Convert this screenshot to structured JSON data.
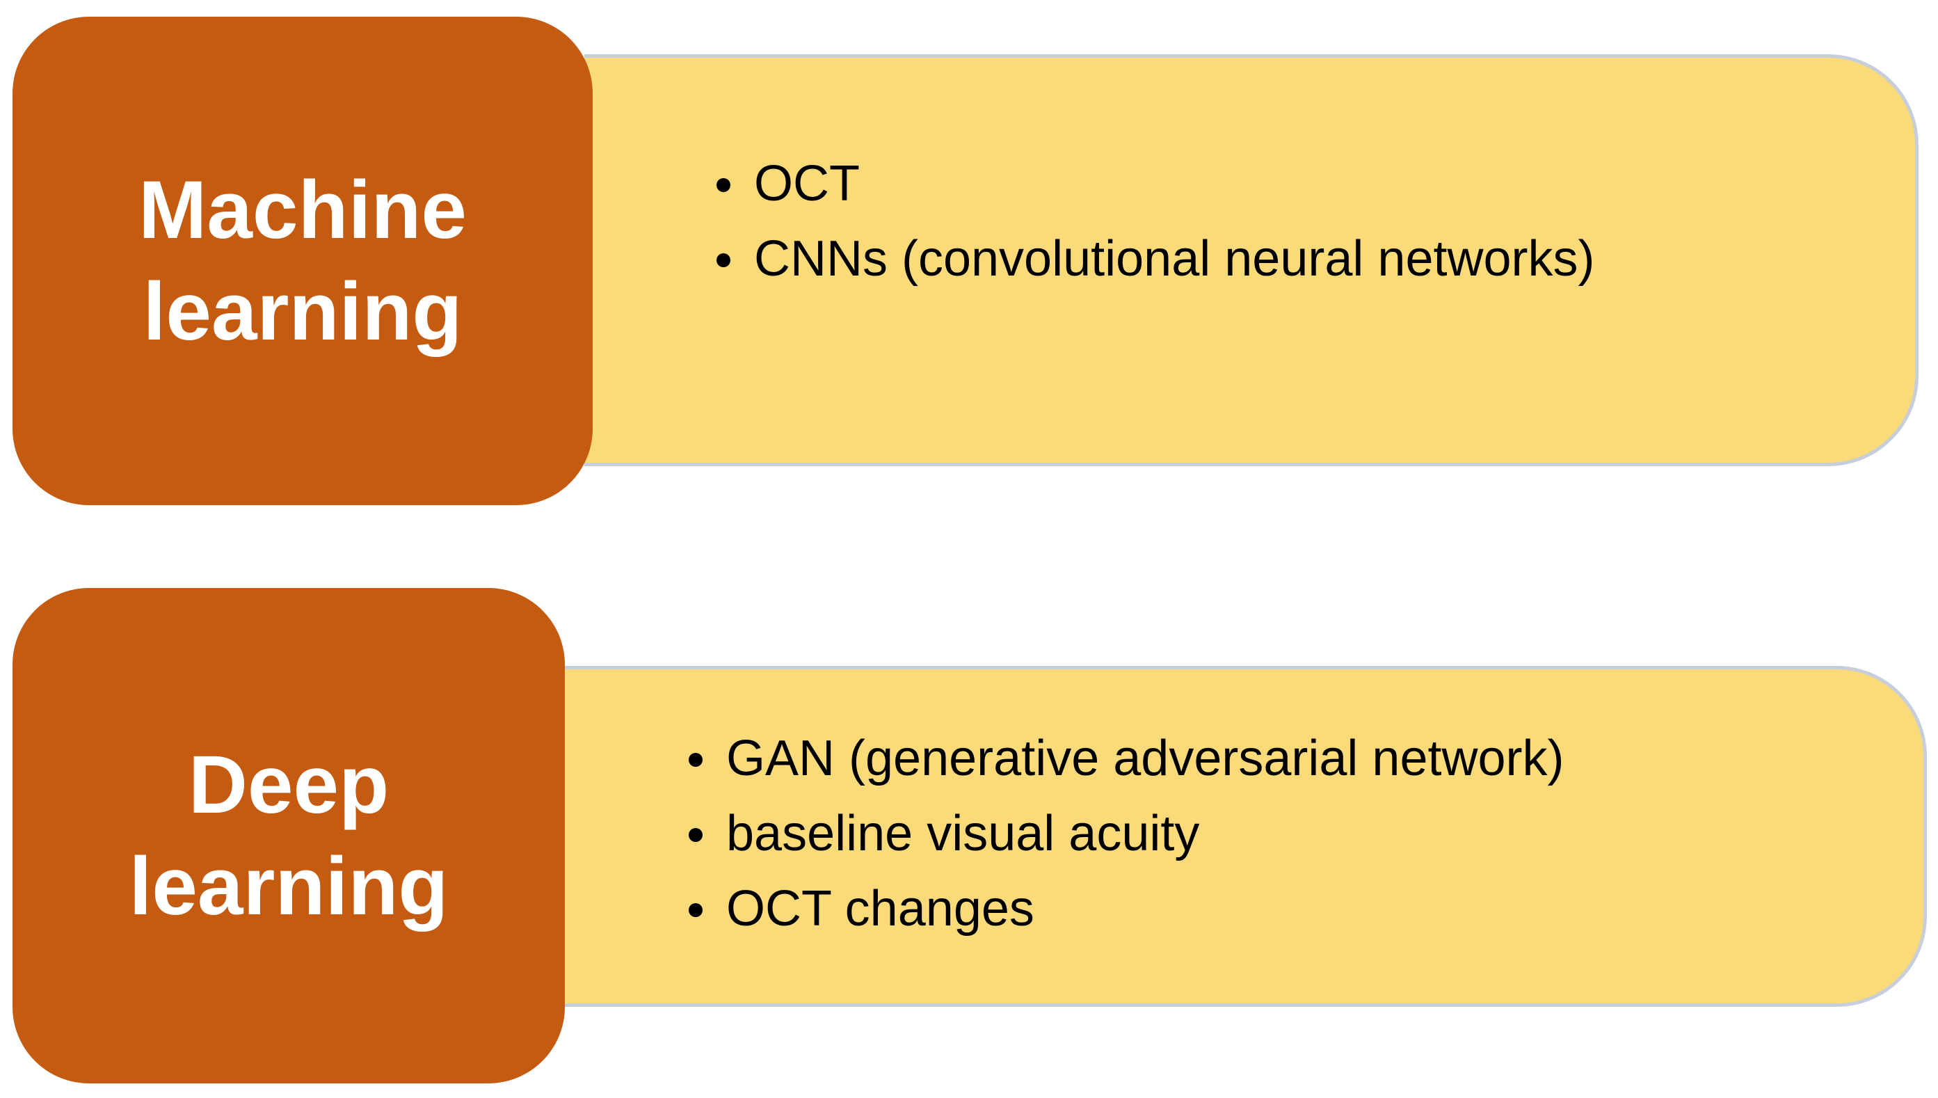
{
  "colors": {
    "label_fill": "#C55A11",
    "panel_fill": "#FBDB79",
    "panel_border": "#C6CEDB",
    "label_text": "#FFFFFF",
    "bullet_text": "#000000"
  },
  "rows": [
    {
      "label": "Machine\nlearning",
      "bullets": [
        "OCT",
        "CNNs (convolutional neural networks)"
      ]
    },
    {
      "label": "Deep\nlearning",
      "bullets": [
        "GAN (generative adversarial network)",
        "baseline visual acuity",
        "OCT changes"
      ]
    }
  ]
}
